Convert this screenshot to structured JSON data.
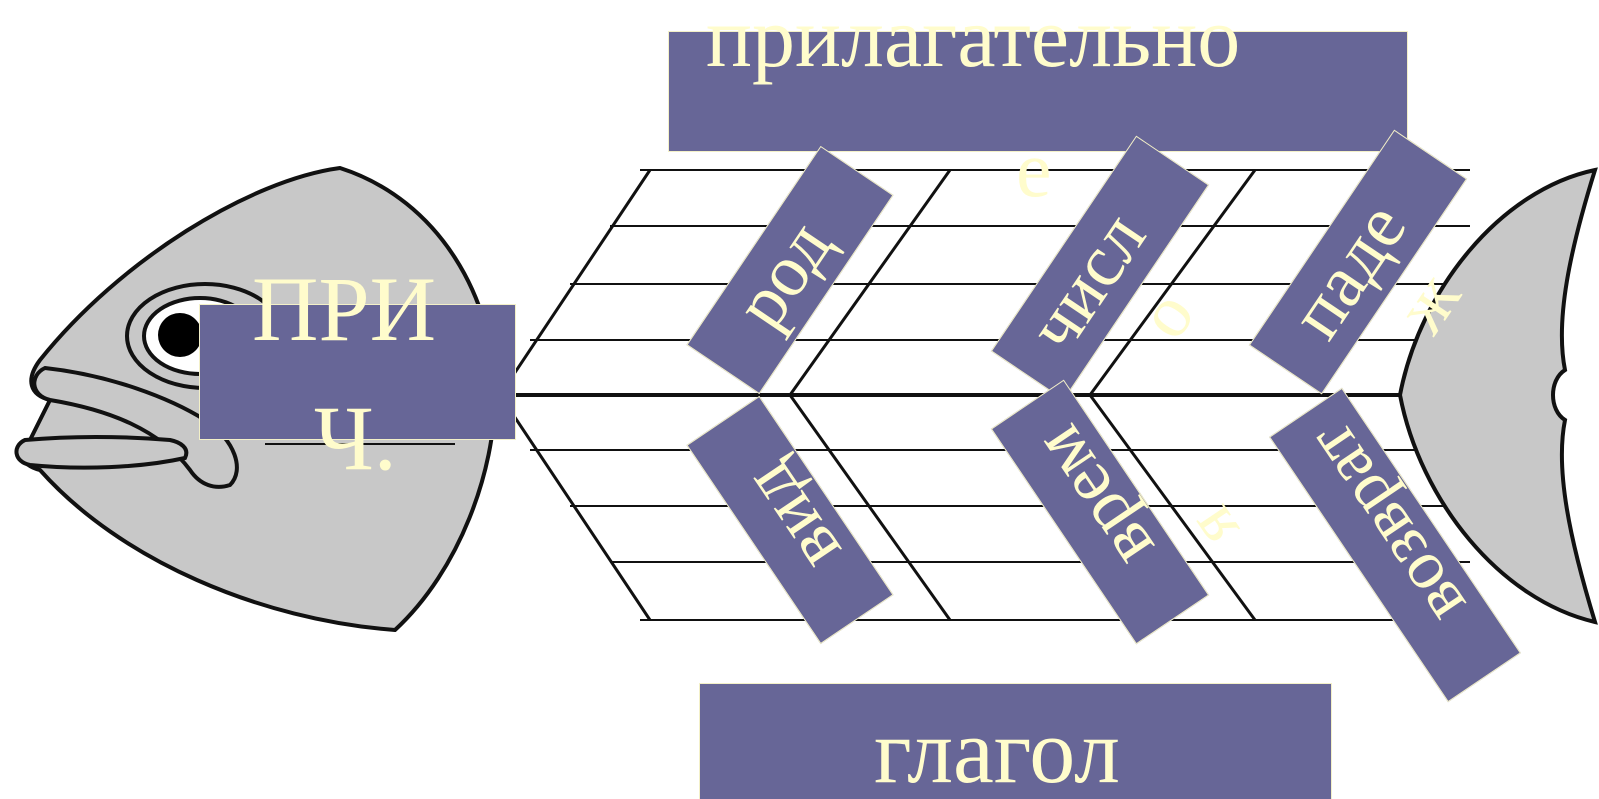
{
  "diagram": {
    "head_label_line1": "ПРИ",
    "head_label_line2": "Ч.",
    "top_label_line1": "прилагательно",
    "top_label_line2": "е",
    "bottom_label": "глагол",
    "bone_top_1": "род",
    "bone_top_2_line1": "числ",
    "bone_top_2_line2": "о",
    "bone_top_3_line1": "паде",
    "bone_top_3_line2": "ж",
    "bone_bottom_1": "вид",
    "bone_bottom_2_line1": "врем",
    "bone_bottom_2_line2": "я",
    "bone_bottom_3": "возврат"
  },
  "colors": {
    "box_fill": "#676697",
    "label_text": "#fffccc",
    "fish_fill": "#c8c8c8",
    "outline": "#111111"
  }
}
